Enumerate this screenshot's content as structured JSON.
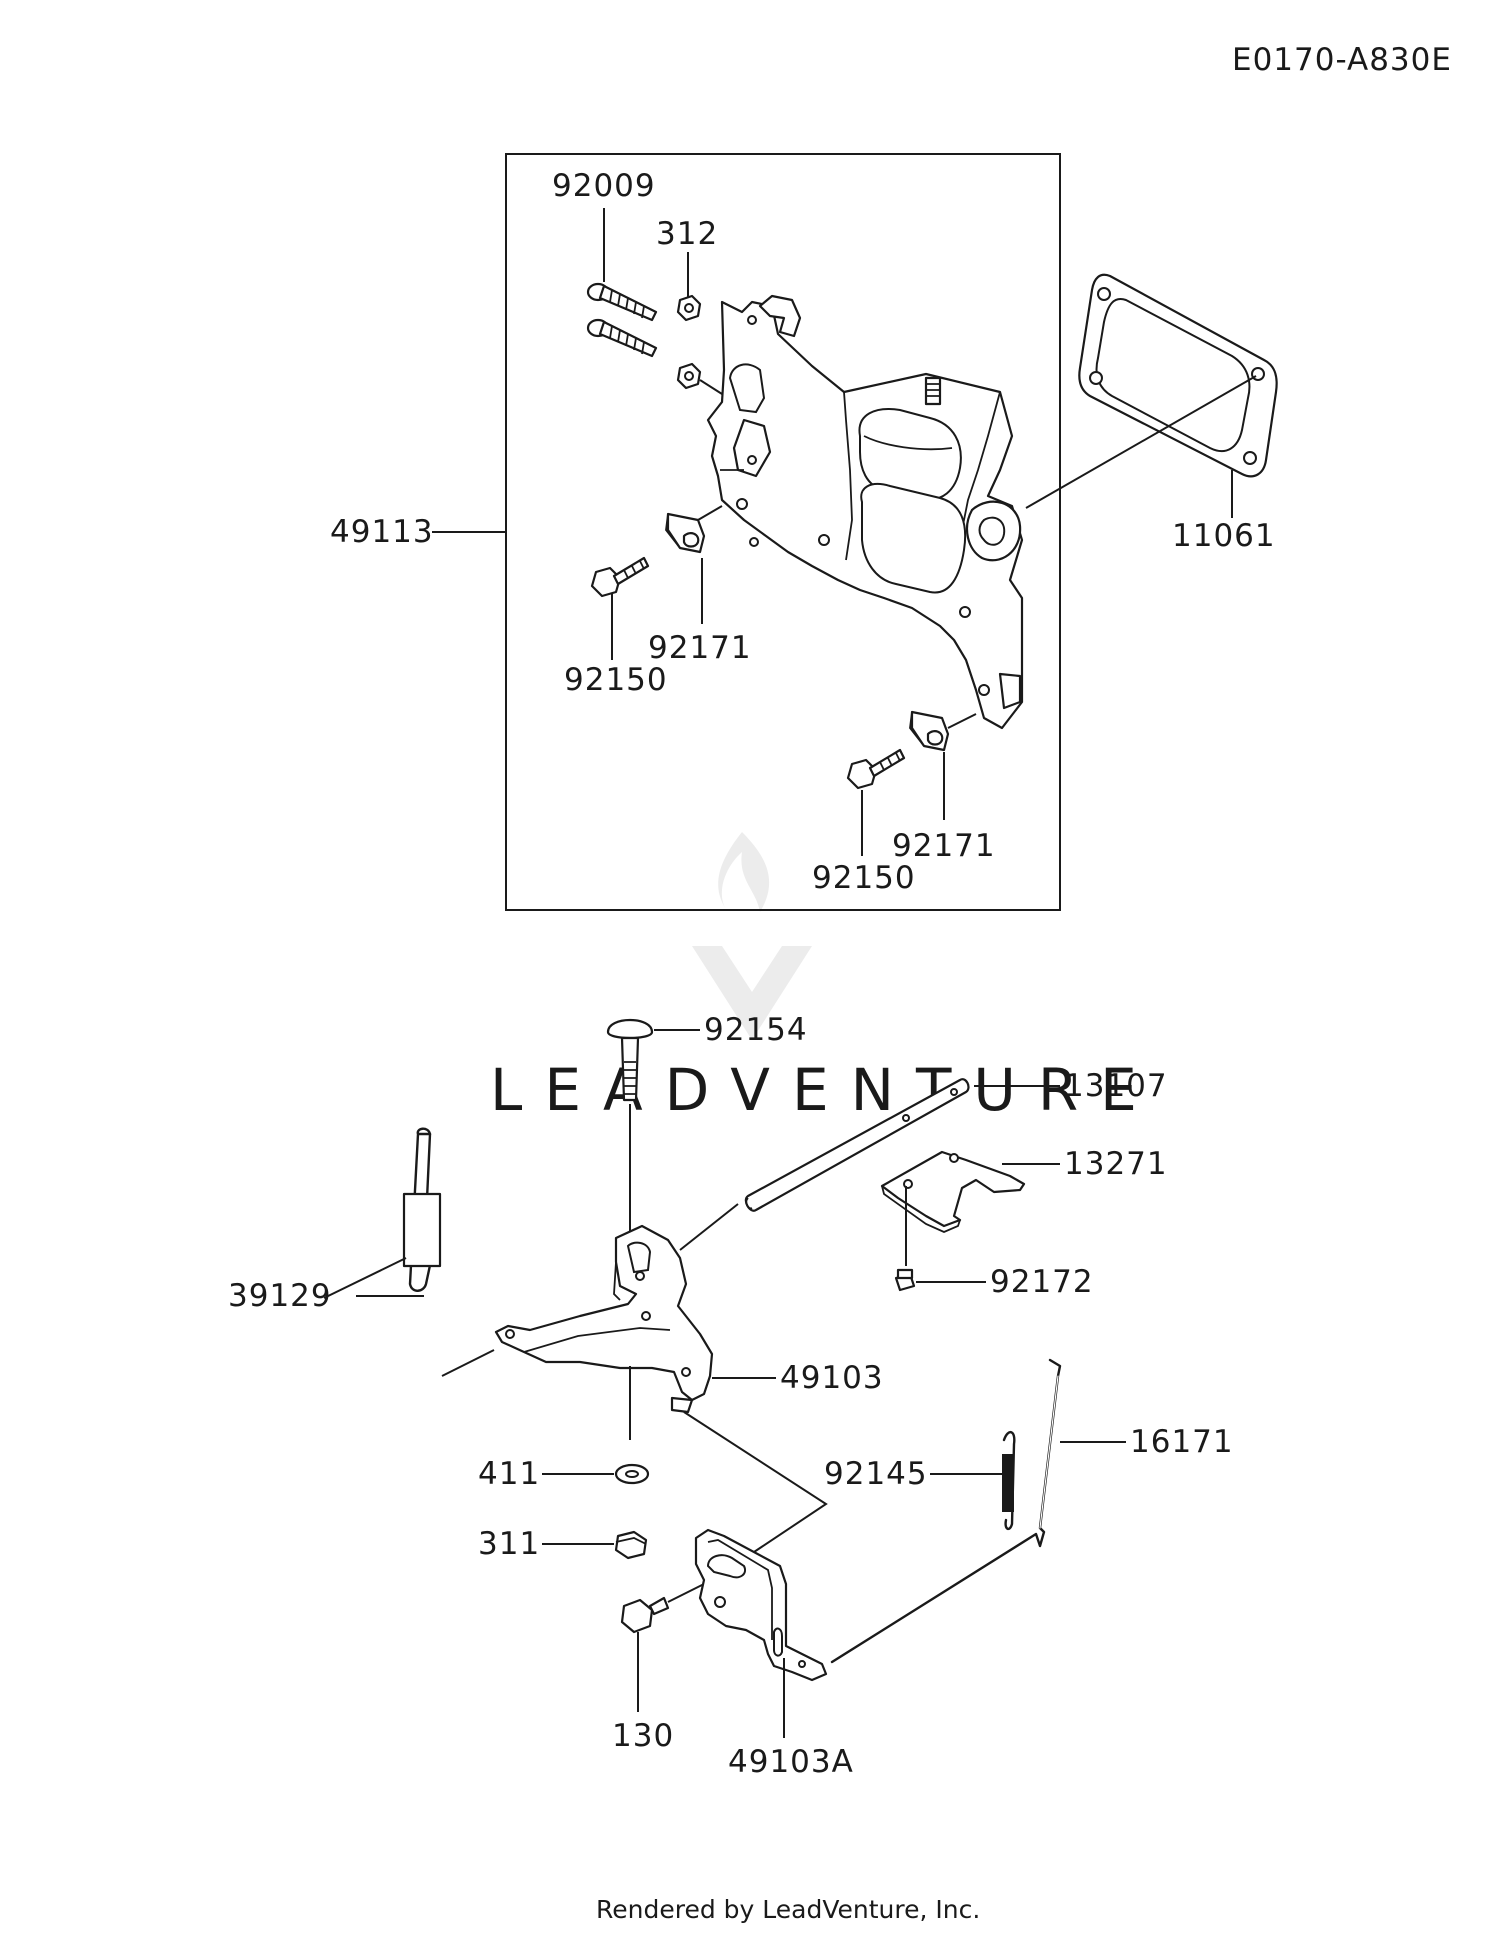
{
  "diagram_code": "E0170-A830E",
  "footer": "Rendered by LeadVenture, Inc.",
  "watermark": "LEADVENTURE",
  "parts": {
    "p92009": "92009",
    "p312": "312",
    "p49113": "49113",
    "p11061": "11061",
    "p92171a": "92171",
    "p92150a": "92150",
    "p92171b": "92171",
    "p92150b": "92150",
    "p92154": "92154",
    "p13107": "13107",
    "p13271": "13271",
    "p39129": "39129",
    "p92172": "92172",
    "p49103": "49103",
    "p16171": "16171",
    "p411": "411",
    "p92145": "92145",
    "p311": "311",
    "p130": "130",
    "p49103A": "49103A"
  }
}
